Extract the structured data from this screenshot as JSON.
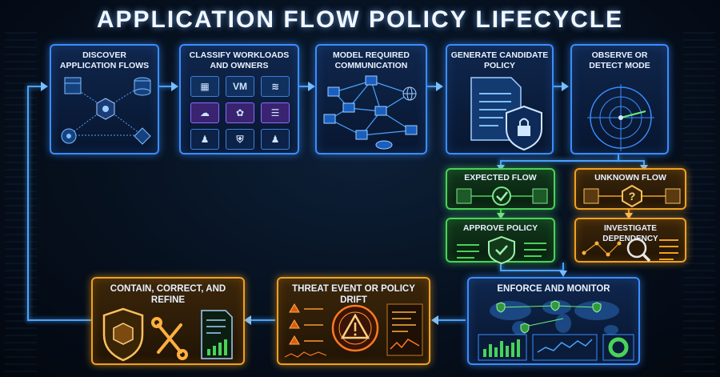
{
  "title": "APPLICATION FLOW POLICY LIFECYCLE",
  "steps": {
    "discover": "DISCOVER APPLICATION FLOWS",
    "classify": "CLASSIFY WORKLOADS AND OWNERS",
    "model": "MODEL REQUIRED COMMUNICATION",
    "generate": "GENERATE CANDIDATE POLICY",
    "observe": "OBSERVE OR DETECT MODE",
    "expected": "EXPECTED FLOW",
    "unknown": "UNKNOWN FLOW",
    "approve": "APPROVE POLICY",
    "investigate": "INVESTIGATE DEPENDENCY",
    "enforce": "ENFORCE AND MONITOR",
    "threat": "THREAT EVENT OR POLICY DRIFT",
    "contain": "CONTAIN, CORRECT, AND REFINE"
  },
  "classify_tiles": {
    "vm_label": "VM"
  },
  "colors": {
    "blue": "#3a8dff",
    "green": "#49d25a",
    "orange": "#f0a020",
    "background": "#06101e"
  },
  "icons": [
    "cube-icon",
    "database-icon",
    "gear-icon",
    "cloud-icon",
    "shield-lock-icon",
    "radar-icon",
    "check-icon",
    "question-icon",
    "magnifier-icon",
    "warning-icon",
    "wrench-icon",
    "report-icon",
    "world-map-icon"
  ]
}
